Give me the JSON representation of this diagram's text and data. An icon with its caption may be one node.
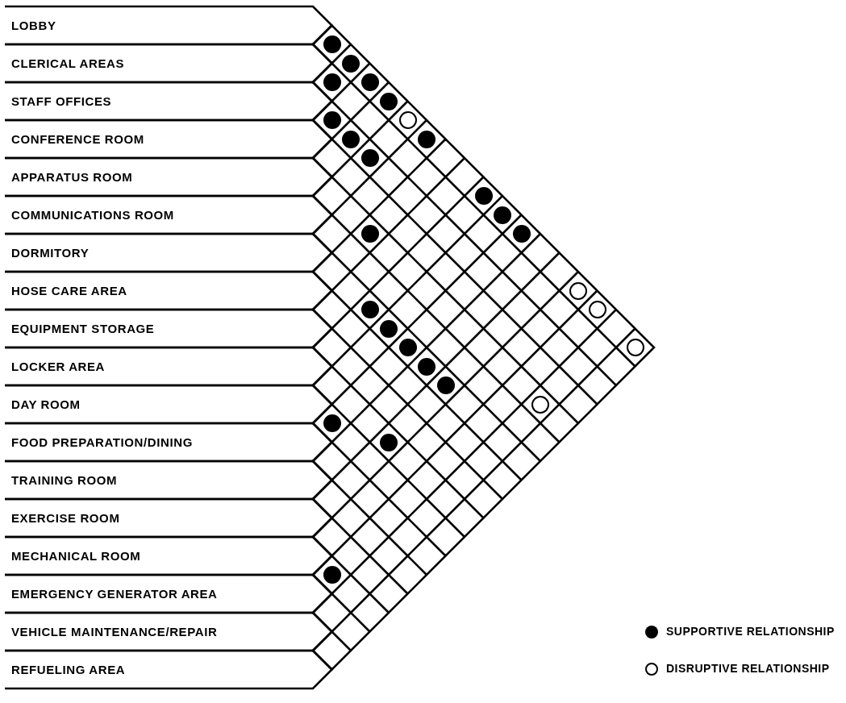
{
  "diagram": {
    "nodes": [
      {
        "text": [
          "LOBBY"
        ]
      },
      {
        "text": [
          "CLERICAL AREAS"
        ]
      },
      {
        "text": [
          "STAFF OFFICES"
        ]
      },
      {
        "text": [
          "CONFERENCE ROOM"
        ]
      },
      {
        "text": [
          "APPARATUS ROOM"
        ]
      },
      {
        "text": [
          "COMMUNICATIONS ROOM"
        ]
      },
      {
        "text": [
          "DORMITORY"
        ]
      },
      {
        "text": [
          "HOSE CARE AREA"
        ]
      },
      {
        "text": [
          "EQUIPMENT STORAGE"
        ]
      },
      {
        "text": [
          "LOCKER AREA"
        ]
      },
      {
        "text": [
          "DAY ROOM"
        ]
      },
      {
        "text": [
          "FOOD PREPARATION/DINING"
        ]
      },
      {
        "text": [
          "TRAINING ROOM"
        ]
      },
      {
        "text": [
          "EXERCISE ROOM"
        ]
      },
      {
        "text": [
          "MECHANICAL ROOM"
        ]
      },
      {
        "text": [
          "EMERGENCY GENERATOR AREA"
        ]
      },
      {
        "text": [
          "VEHICLE MAINTENANCE/REPAIR"
        ]
      },
      {
        "text": [
          "REFUELING AREA"
        ]
      },
      {
        "text": [],
        "shape": "dot"
      },
      {
        "text": [],
        "shape": "dot"
      },
      {
        "text": [],
        "shape": "dot"
      },
      {
        "text": [],
        "shape": "dot"
      },
      {
        "text": [],
        "shape": "dot"
      },
      {
        "text": [],
        "shape": "dot"
      },
      {
        "text": [],
        "shape": "circle"
      },
      {
        "text": [],
        "shape": "dot"
      },
      {
        "text": [],
        "shape": "dot"
      },
      {
        "text": [],
        "shape": "dot"
      },
      {
        "text": [],
        "shape": "dot"
      },
      {
        "text": [],
        "shape": "dot"
      },
      {
        "text": [],
        "shape": "dot"
      },
      {
        "text": [],
        "shape": "dot"
      },
      {
        "text": [],
        "shape": "circle"
      },
      {
        "text": [],
        "shape": "dot"
      },
      {
        "text": [],
        "shape": "circle"
      },
      {
        "text": [],
        "shape": "dot"
      },
      {
        "text": [],
        "shape": "dot"
      },
      {
        "text": [],
        "shape": "circle"
      },
      {
        "text": [],
        "shape": "dot"
      },
      {
        "text": [],
        "shape": "dot"
      },
      {
        "text": [],
        "shape": "circle"
      },
      {
        "text": [],
        "shape": "dot"
      },
      {
        "text": [],
        "shape": "dot"
      },
      {
        "text": [],
        "shape": "dot"
      }
    ],
    "legend": [
      {
        "text": "SUPPORTIVE RELATIONSHIP"
      },
      {
        "text": "DISRUPTIVE RELATIONSHIP"
      }
    ]
  }
}
